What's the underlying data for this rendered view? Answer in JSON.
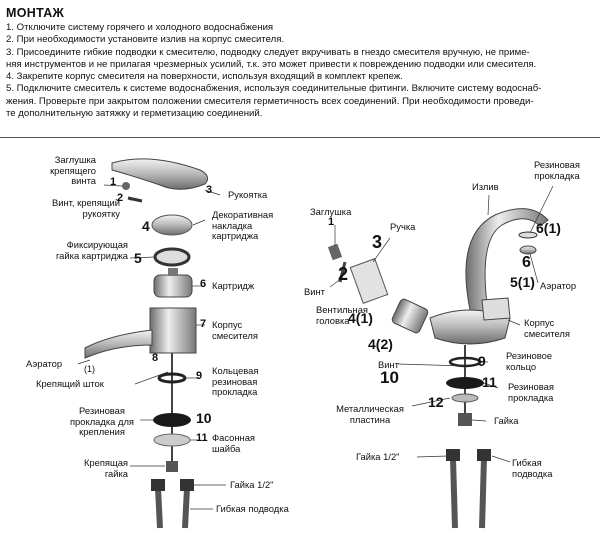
{
  "header": {
    "title": "МОНТАЖ"
  },
  "steps": [
    "1. Отключите систему горячего и холодного водоснабжения",
    "2. При необходимости установите излив на корпус смесителя.",
    "3. Присоедините гибкие подводки к смесителю, подводку следует вкручивать в гнездо смесителя  вручную, не приме-\nняя инструментов и не прилагая чрезмерных усилий, т.к. это может привести к повреждению подводки или смесителя.",
    "4. Закрепите корпус смесителя  на поверхности, используя входящий в комплект крепеж.",
    "5. Подключите смеситель к системе водоснабжения, используя соединительные фитинги. Включите систему водоснаб-\nжения. Проверьте при закрытом положении смесителя герметичность всех соединений. При необходимости проведи-\nте дополнительную затяжку и герметизацию соединений."
  ],
  "left_diagram": {
    "labels": {
      "zaglushka": "Заглушка\nкрепящего\nвинта",
      "vint": "Винт, крепящий\nрукоятку",
      "rukoyatka": "Рукоятка",
      "nakladka": "Декоративная\nнакладка\nкартриджа",
      "gaika_kart": "Фиксирующая\nгайка картриджа",
      "kartridzh": "Картридж",
      "korpus": "Корпус\nсмесителя",
      "aerator": "Аэратор",
      "shtok": "Крепящий шток",
      "koltsevaya": "Кольцевая\nрезиновая\nпрокладка",
      "rez_prokl": "Резиновая\nпрокладка для\nкрепления",
      "shaiba": "Фасонная\nшайба",
      "krep_gaika": "Крепящая\nгайка",
      "gaika_half": "Гайка 1/2\"",
      "podvodka": "Гибкая подводка"
    },
    "numbers": {
      "n1": "1",
      "n2": "2",
      "n3": "3",
      "n4": "4",
      "n5": "5",
      "n6": "6",
      "n7": "7",
      "n7b": "(1)",
      "n8": "8",
      "n9": "9",
      "n10": "10",
      "n11": "11"
    }
  },
  "right_diagram": {
    "labels": {
      "zaglushka": "Заглушка",
      "ruchka": "Ручка",
      "vint": "Винт",
      "ventil": "Вентильная\nголовка",
      "izliv": "Излив",
      "rez_prokl_top": "Резиновая\nпрокладка",
      "aerator": "Аэратор",
      "korpus": "Корпус\nсмесителя",
      "rez_koltso": "Резиновое\nкольцо",
      "vint2": "Винт",
      "rez_prokl": "Резиновая\nпрокладка",
      "plastina": "Металлическая\nпластина",
      "gaika": "Гайка",
      "gaika_half": "Гайка 1/2\"",
      "podvodka": "Гибкая\nподводка"
    },
    "numbers": {
      "n1": "1",
      "n2": "2",
      "n3": "3",
      "n4": "4(1)",
      "n4b": "4(2)",
      "n5": "5(1)",
      "n6": "6",
      "n6b": "6(1)",
      "n9": "9",
      "n10": "10",
      "n11": "11",
      "n12": "12"
    }
  }
}
